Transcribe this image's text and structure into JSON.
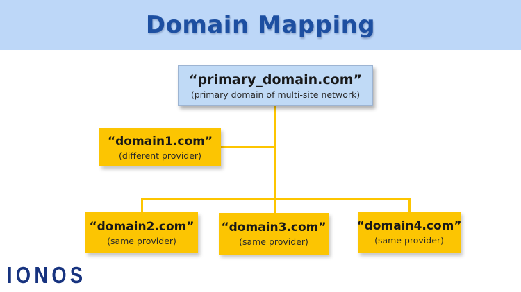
{
  "header": {
    "title": "Domain Mapping",
    "banner_color": "#bdd7f8",
    "title_color": "#1d4fa1"
  },
  "diagram": {
    "line_color": "#fdc500",
    "primary": {
      "title": "“primary_domain.com”",
      "subtitle": "(primary domain of multi-site network)",
      "fill": "#c0daf6"
    },
    "nodes": [
      {
        "id": "domain1",
        "title": "“domain1.com”",
        "subtitle": "(different provider)",
        "fill": "#fcc502"
      },
      {
        "id": "domain2",
        "title": "“domain2.com”",
        "subtitle": "(same provider)",
        "fill": "#fcc502"
      },
      {
        "id": "domain3",
        "title": "“domain3.com”",
        "subtitle": "(same provider)",
        "fill": "#fcc502"
      },
      {
        "id": "domain4",
        "title": "“domain4.com”",
        "subtitle": "(same provider)",
        "fill": "#fcc502"
      }
    ]
  },
  "footer": {
    "logo_text": "IONOS",
    "logo_color": "#17337f"
  }
}
